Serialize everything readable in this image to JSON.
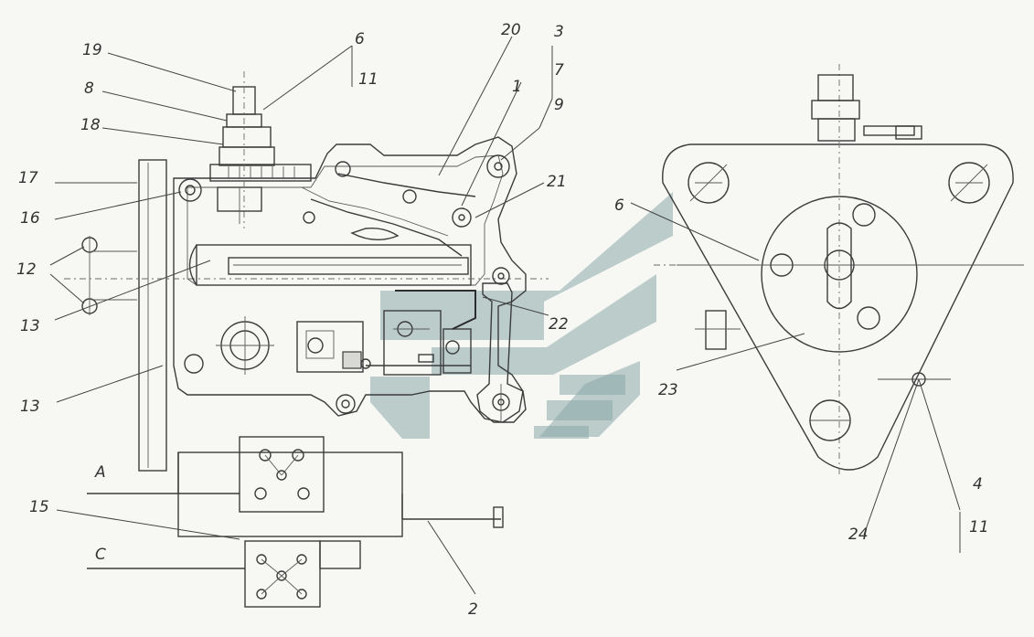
{
  "labels": {
    "l19": "19",
    "l8": "8",
    "l18": "18",
    "l17": "17",
    "l16": "16",
    "l12": "12",
    "l13a": "13",
    "l13b": "13",
    "l15": "15",
    "lA": "A",
    "lC": "C",
    "l6a": "6",
    "l11a": "11",
    "l20": "20",
    "l3": "3",
    "l7": "7",
    "l9": "9",
    "l1": "1",
    "l21": "21",
    "l22": "22",
    "l2": "2",
    "l6b": "6",
    "l23": "23",
    "l24": "24",
    "l4": "4",
    "l11b": "11"
  },
  "colors": {
    "line": "#3c3c3c",
    "paper": "#f7f7f4",
    "watermark": "#8aa9a9"
  }
}
